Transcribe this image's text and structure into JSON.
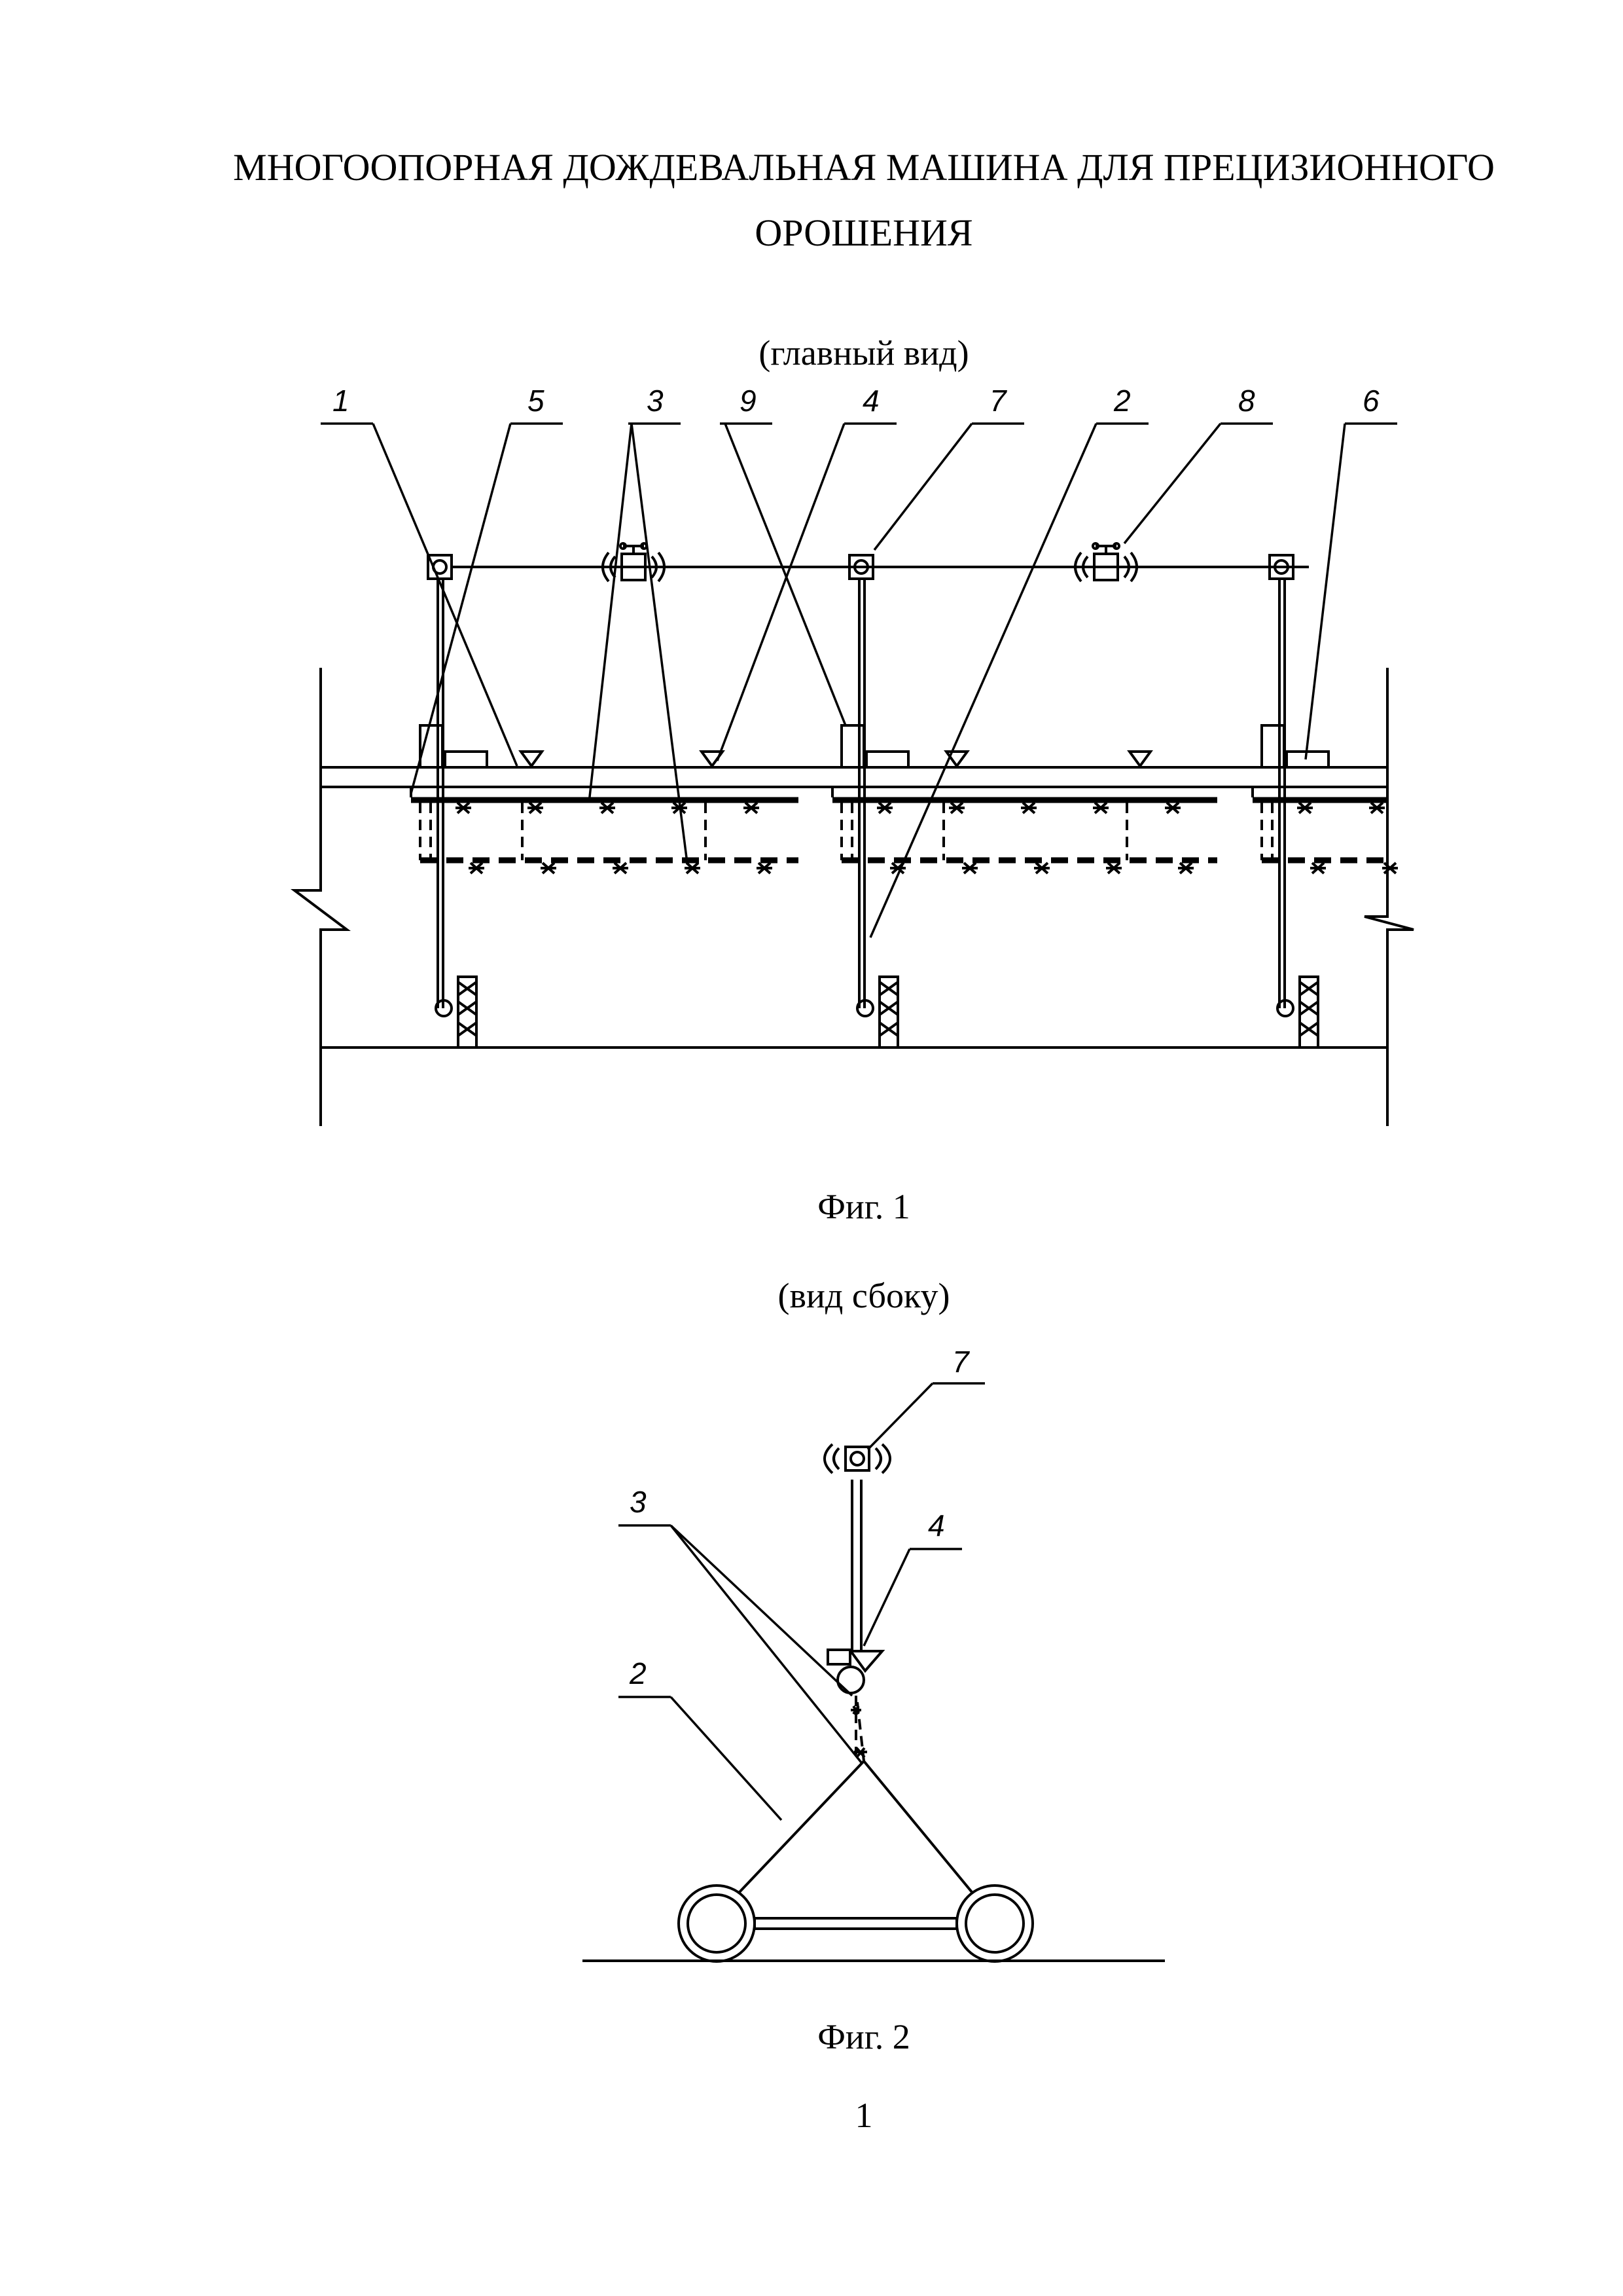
{
  "document": {
    "title_line1": "МНОГООПОРНАЯ ДОЖДЕВАЛЬНАЯ МАШИНА ДЛЯ ПРЕЦИЗИОННОГО",
    "title_line2": "ОРОШЕНИЯ",
    "page_number": "1"
  },
  "figure1": {
    "view_label": "(главный вид)",
    "caption": "Фиг. 1",
    "callouts": [
      "1",
      "5",
      "3",
      "9",
      "4",
      "7",
      "2",
      "8",
      "6"
    ]
  },
  "figure2": {
    "view_label": "(вид сбоку)",
    "caption": "Фиг. 2",
    "callouts": [
      "7",
      "3",
      "4",
      "2"
    ]
  }
}
